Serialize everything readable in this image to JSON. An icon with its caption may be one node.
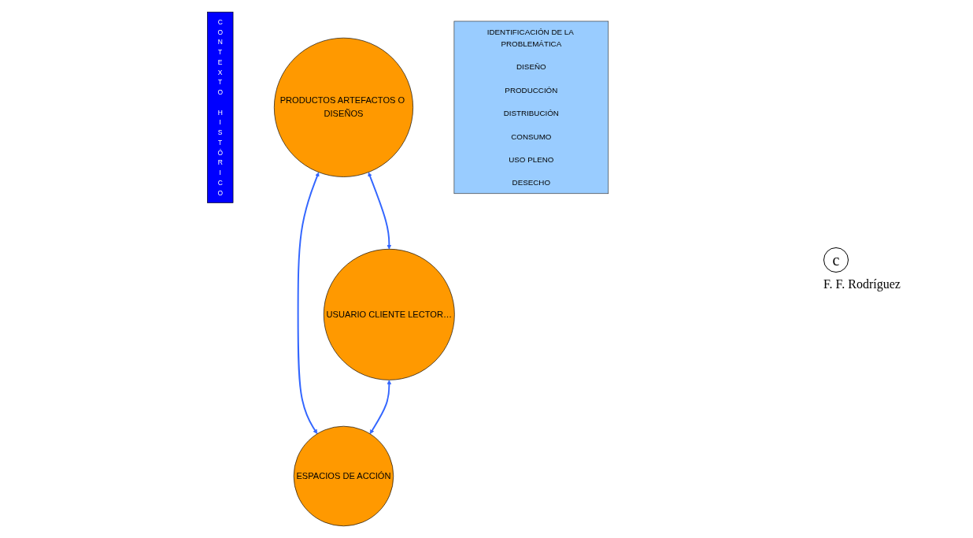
{
  "diagram": {
    "nodes": [
      {
        "text": [
          "CONTEXTO HISTÓRICO"
        ]
      },
      {
        "text": [
          "PRODUCTOS ARTEFACTOS O DISEÑOS"
        ]
      },
      {
        "text": [
          "USUARIO CLIENTE LECTOR…"
        ]
      },
      {
        "text": [
          "ESPACIOS DE ACCIÓN"
        ]
      },
      {
        "text": [
          "IDENTIFICACIÓN DE LA PROBLEMÁTICA",
          "DISEÑO",
          "PRODUCCIÓN",
          "DISTRIBUCIÓN",
          "CONSUMO",
          "USO PLENO",
          "DESECHO"
        ]
      }
    ],
    "edges": [
      {
        "from": 1,
        "to": 2,
        "arrow": "both"
      },
      {
        "from": 1,
        "to": 3,
        "arrow": "both"
      },
      {
        "from": 2,
        "to": 3,
        "arrow": "both"
      }
    ],
    "labels": [
      "c",
      "F. F. Rodríguez"
    ]
  }
}
